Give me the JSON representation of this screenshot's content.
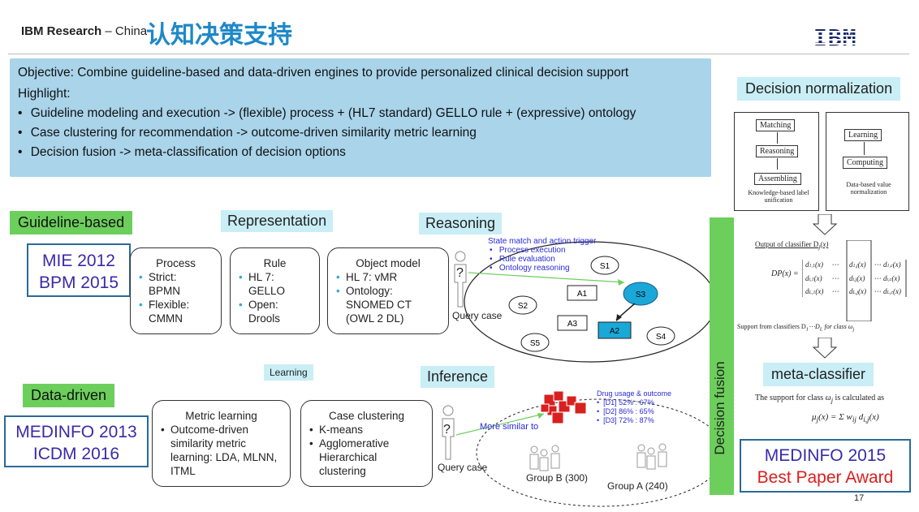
{
  "header": {
    "org_bold": "IBM Research",
    "org_suffix": " – China",
    "title": "认知决策支持",
    "logo": "IBM"
  },
  "objective": {
    "line1": "Objective: Combine guideline-based and data-driven engines to provide personalized clinical decision support",
    "highlight": "Highlight:",
    "bullets": [
      "Guideline modeling and execution -> (flexible) process + (HL7 standard) GELLO rule + (expressive) ontology",
      "Case clustering for recommendation -> outcome-driven similarity metric learning",
      "Decision fusion -> meta-classification of decision options"
    ]
  },
  "guideline": {
    "label": "Guideline-based",
    "conf_line1": "MIE 2012",
    "conf_line2": "BPM 2015",
    "representation": "Representation",
    "reasoning": "Reasoning",
    "process": {
      "title": "Process",
      "b1": "Strict:",
      "b1b": "BPMN",
      "b2": "Flexible:",
      "b2b": "CMMN"
    },
    "rule": {
      "title": "Rule",
      "b1": "HL 7:",
      "b1b": "GELLO",
      "b2": "Open:",
      "b2b": "Drools"
    },
    "object": {
      "title": "Object model",
      "b1": "HL 7: vMR",
      "b2": "Ontology:",
      "b2b": "SNOMED CT",
      "b2c": "(OWL 2 DL)"
    },
    "query_q": "?",
    "query_case": "Query case",
    "state_title": "State match and action trigger",
    "state_items": [
      "Process execution",
      "Rule evaluation",
      "Ontology reasoning"
    ],
    "nodes": {
      "s1": "S1",
      "s2": "S2",
      "s3": "S3",
      "s4": "S4",
      "s5": "S5",
      "a1": "A1",
      "a2": "A2",
      "a3": "A3"
    }
  },
  "data_driven": {
    "label": "Data-driven",
    "conf_line1": "MEDINFO 2013",
    "conf_line2": "ICDM 2016",
    "learning": "Learning",
    "inference": "Inference",
    "metric": {
      "title": "Metric learning",
      "b1": "Outcome-driven similarity metric learning: LDA, MLNN, ITML"
    },
    "cluster": {
      "title": "Case clustering",
      "b1": "K-means",
      "b2": "Agglomerative Hierarchical clustering"
    },
    "query_q": "?",
    "query_case": "Query case",
    "more_similar": "More similar to",
    "drug_title": "Drug usage & outcome",
    "drug_items": [
      "[D1] 52% : 67%",
      "[D2] 86% : 65%",
      "[D3] 72% : 87%"
    ],
    "group_b": "Group B (300)",
    "group_a": "Group A (240)"
  },
  "right_panel": {
    "decision_normalization": "Decision normalization",
    "matching": "Matching",
    "reasoning": "Reasoning",
    "assembling": "Assembling",
    "kb_caption": "Knowledge-based label unification",
    "learning": "Learning",
    "computing": "Computing",
    "db_caption": "Data-based value normalization",
    "output_label": "Output of classifier D",
    "support_label": "Support from classifiers D",
    "meta_classifier": "meta-classifier",
    "support_text": "The support for class",
    "conf_line1": "MEDINFO 2015",
    "conf_line2": "Best Paper Award"
  },
  "decision_fusion": "Decision fusion",
  "page_number": "17",
  "colors": {
    "title_blue": "#1e88c8",
    "green": "#6ccf5c",
    "objective_bg": "#a9d4ea",
    "award_red": "#d8201e",
    "conf_purple": "#3a2aa8"
  }
}
